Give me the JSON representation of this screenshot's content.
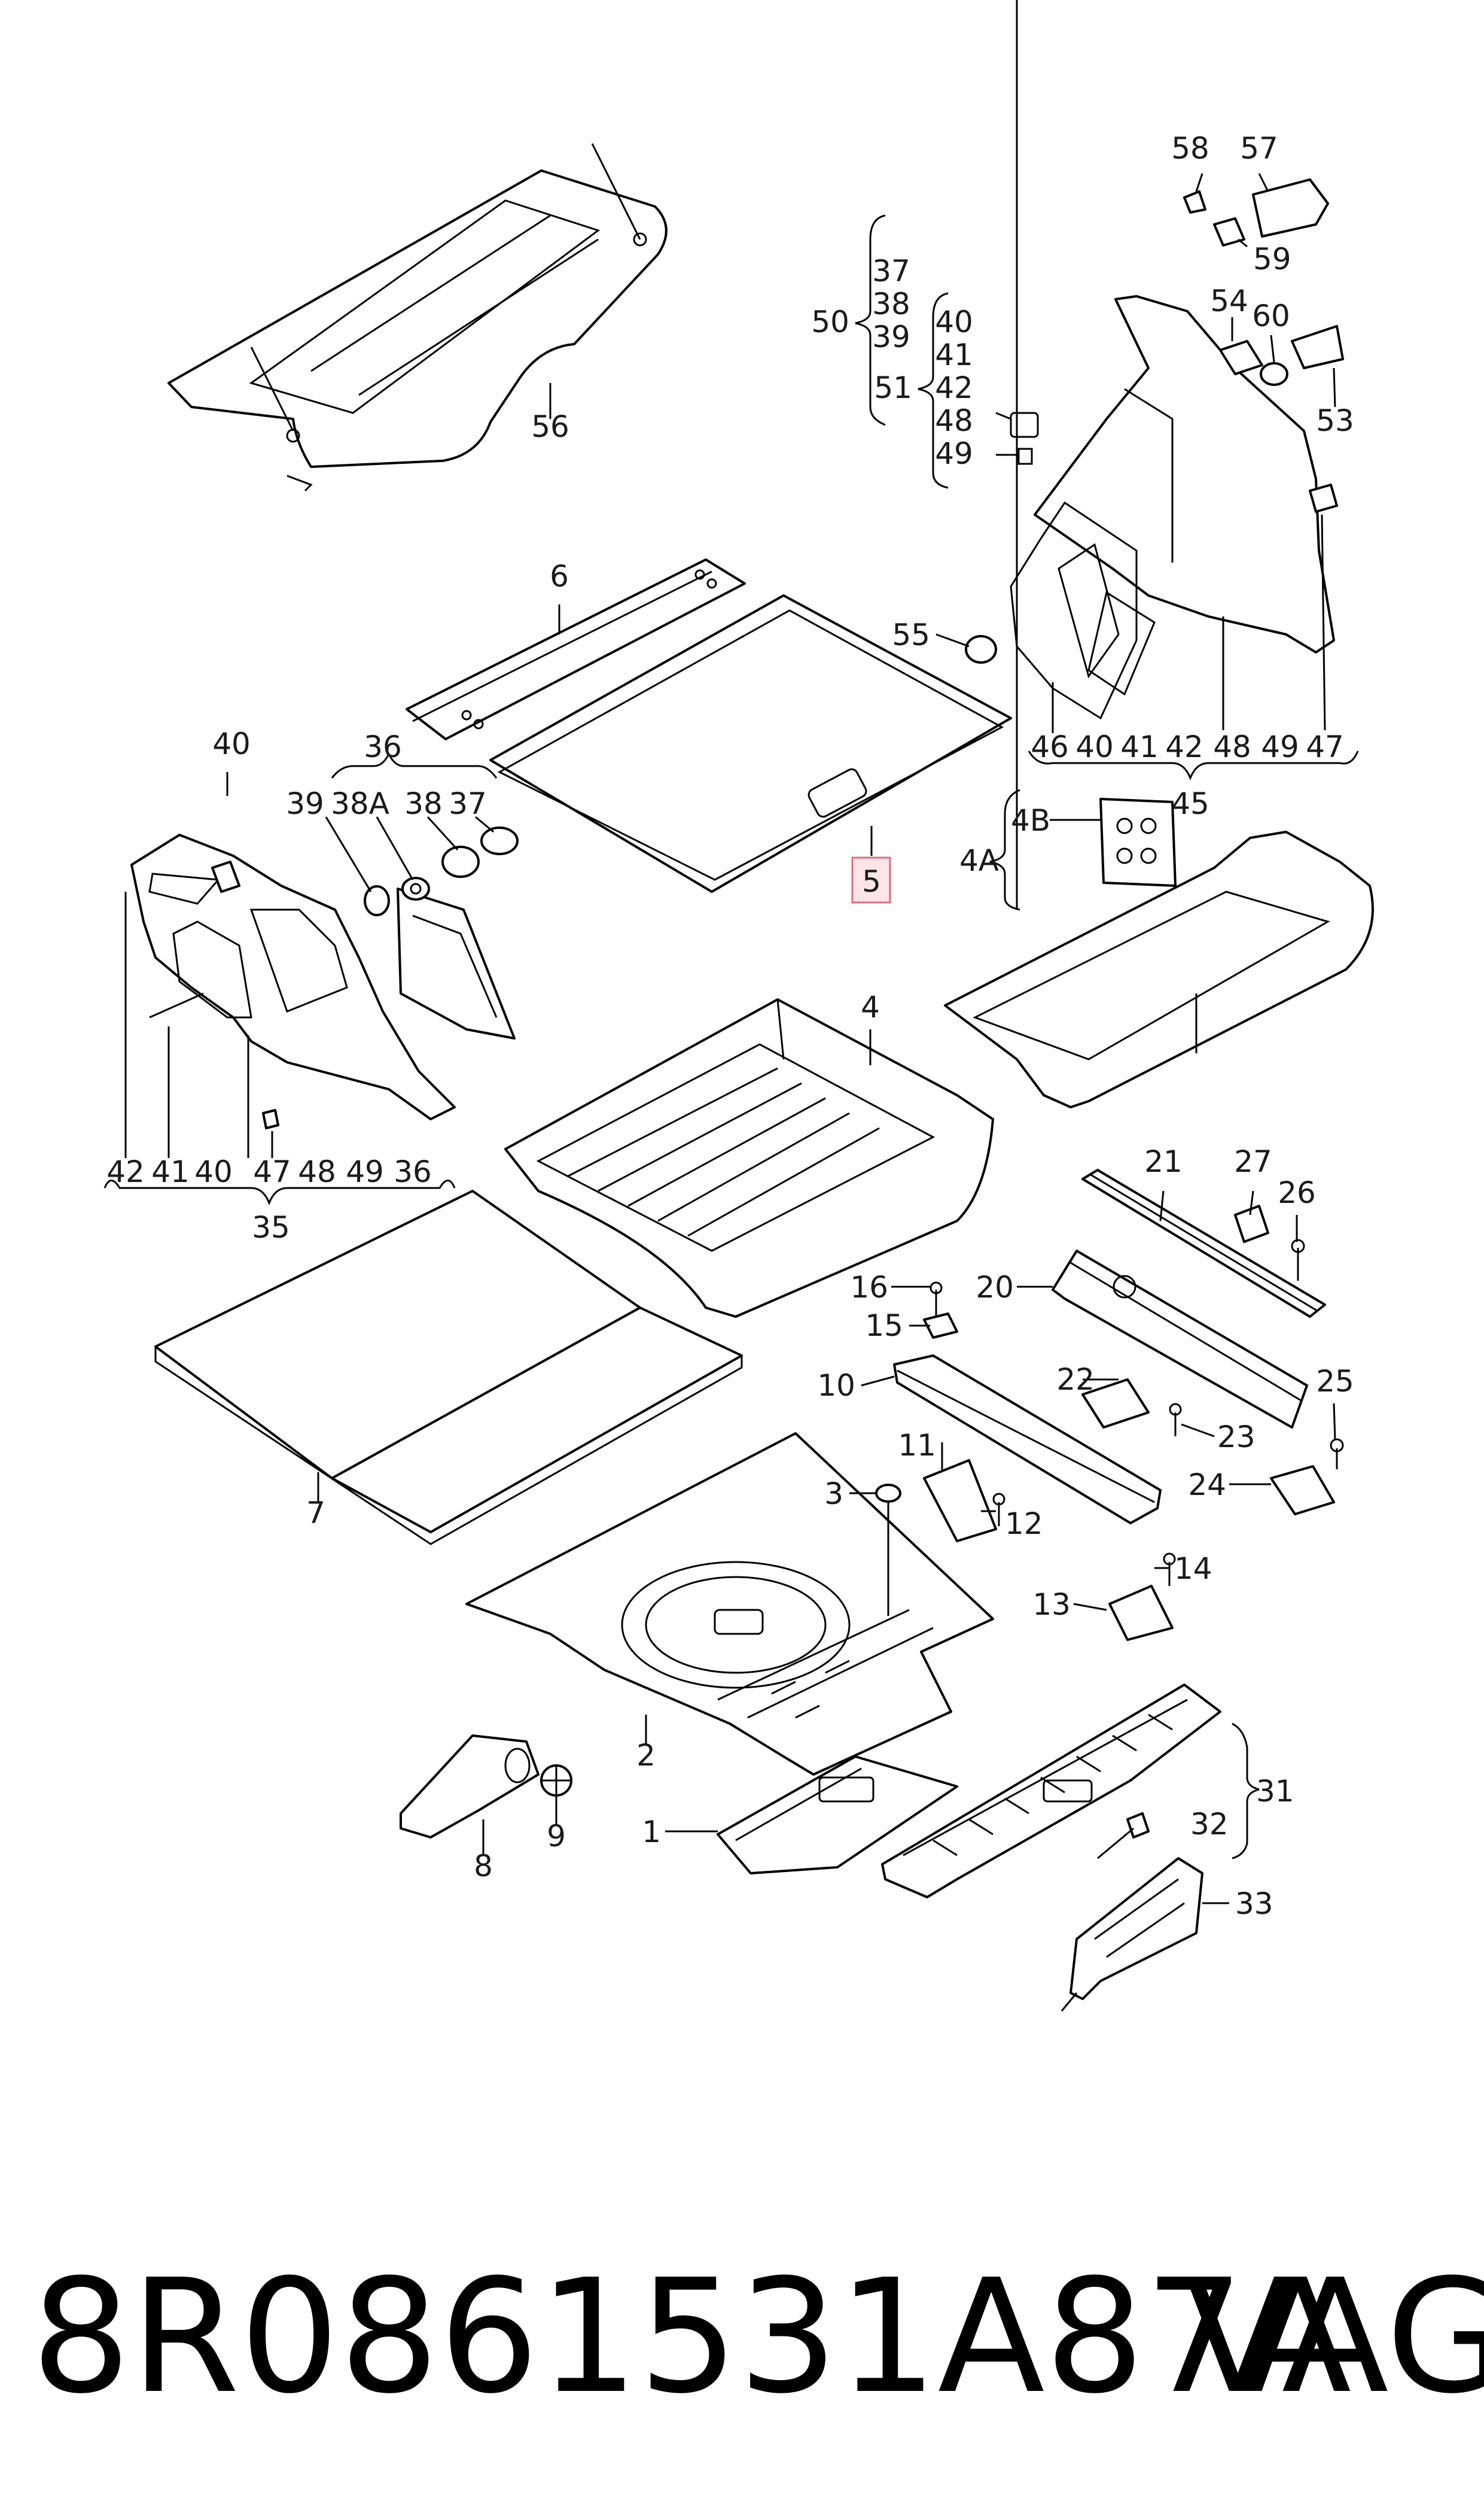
{
  "diagram": {
    "highlighted_callout": "5",
    "callouts": {
      "c1": "1",
      "c2": "2",
      "c3": "3",
      "c4": "4",
      "c4A": "4A",
      "c4B": "4B",
      "c5": "5",
      "c6": "6",
      "c7": "7",
      "c8": "8",
      "c9": "9",
      "c10": "10",
      "c11": "11",
      "c12": "12",
      "c13": "13",
      "c14": "14",
      "c15": "15",
      "c16": "16",
      "c20": "20",
      "c21": "21",
      "c22": "22",
      "c23": "23",
      "c24": "24",
      "c25": "25",
      "c26": "26",
      "c27": "27",
      "c31": "31",
      "c32": "32",
      "c33": "33",
      "c35": "35",
      "c36": "36",
      "c36b": "36",
      "c37a": "37",
      "c37b": "37",
      "c38a": "38",
      "c38b": "38",
      "c38A": "38A",
      "c39a": "39",
      "c39b": "39",
      "c40a": "40",
      "c40b": "40",
      "c40c": "40",
      "c40d": "40",
      "c41a": "41",
      "c41b": "41",
      "c41c": "41",
      "c42a": "42",
      "c42b": "42",
      "c42c": "42",
      "c45": "45",
      "c46": "46",
      "c47a": "47",
      "c47b": "47",
      "c48a": "48",
      "c48b": "48",
      "c48c": "48",
      "c49a": "49",
      "c49b": "49",
      "c49c": "49",
      "c50": "50",
      "c51": "51",
      "c53": "53",
      "c54": "54",
      "c55": "55",
      "c56": "56",
      "c57": "57",
      "c58": "58",
      "c59": "59",
      "c60": "60"
    }
  },
  "footer": {
    "part_number": "8R0861531A87A",
    "brand": "VAG"
  }
}
